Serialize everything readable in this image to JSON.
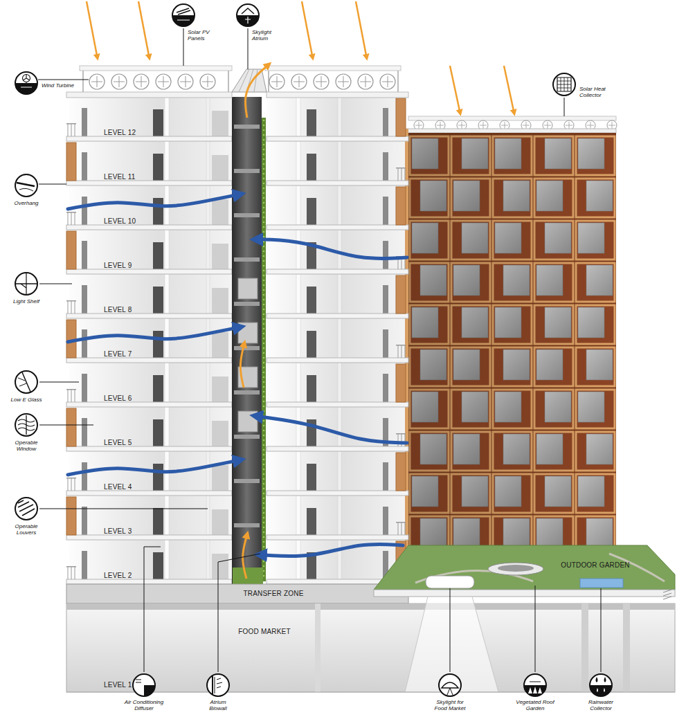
{
  "diagram": {
    "nodes": [
      {
        "text": [
          "Solar PV Panels"
        ]
      },
      {
        "text": [
          "Skylight Atrium"
        ]
      },
      {
        "text": [
          "Wind Turbine"
        ]
      },
      {
        "text": [
          "Solar Heat Collector"
        ]
      },
      {
        "text": [
          "Overhang"
        ]
      },
      {
        "text": [
          "Light Shelf"
        ]
      },
      {
        "text": [
          "Low E Glass"
        ]
      },
      {
        "text": [
          "Operable Window"
        ]
      },
      {
        "text": [
          "Operable Louvers"
        ]
      },
      {
        "text": [
          "Air Conditioning Diffuser"
        ]
      },
      {
        "text": [
          "Atrium Biowall"
        ]
      },
      {
        "text": [
          "Skylight for Food Market"
        ]
      },
      {
        "text": [
          "Vegetated Roof Garden"
        ]
      },
      {
        "text": [
          "Rainwater Collector"
        ]
      }
    ],
    "labels": [
      "LEVEL 12",
      "LEVEL 11",
      "LEVEL 10",
      "LEVEL 9",
      "LEVEL 8",
      "LEVEL 7",
      "LEVEL 6",
      "LEVEL 5",
      "LEVEL 4",
      "LEVEL 3",
      "LEVEL 2",
      "OUTDOOR GARDEN",
      "TRANSFER ZONE",
      "FOOD MARKET",
      "LEVEL 1"
    ]
  }
}
